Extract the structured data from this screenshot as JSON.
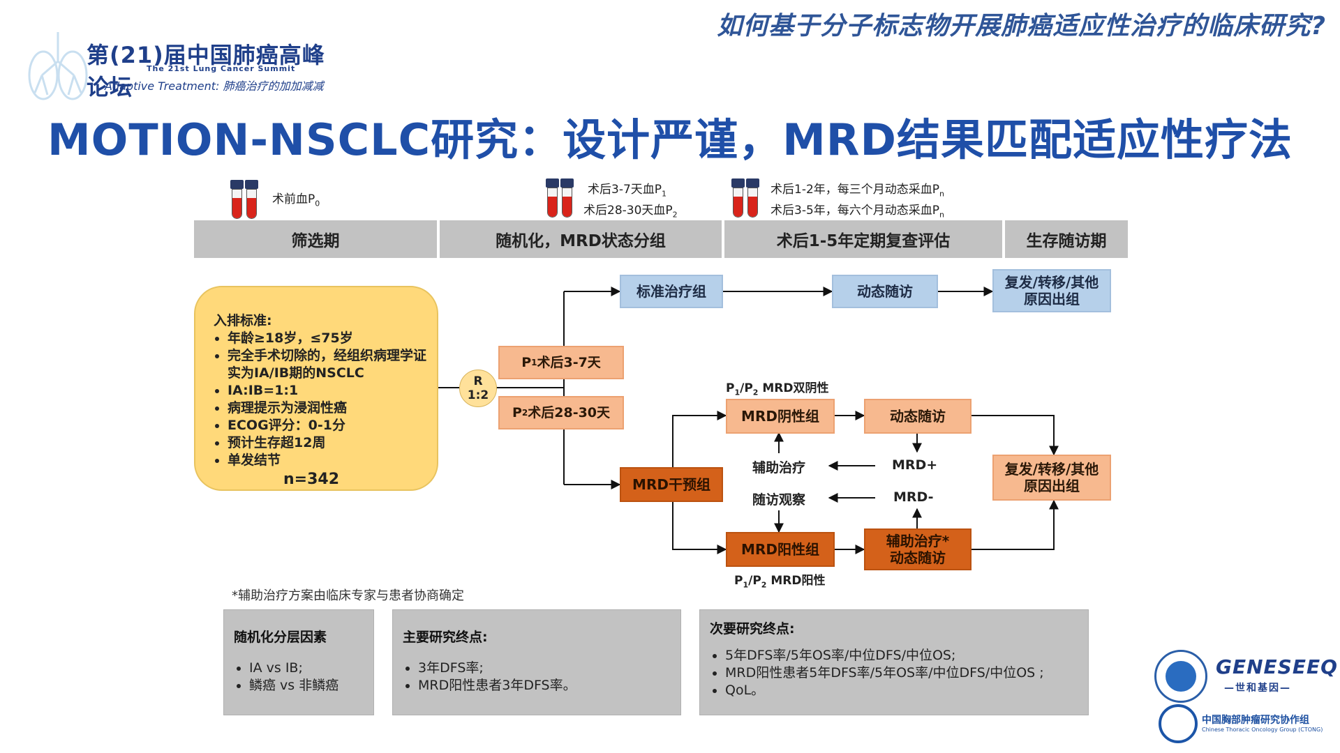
{
  "header": {
    "top_title": "如何基于分子标志物开展肺癌适应性治疗的临床研究?",
    "logo_main": "第(21)届中国肺癌高峰论坛",
    "logo_sub": "The 21st Lung Cancer Summit",
    "logo_slogan": "Adaptive Treatment: 肺癌治疗的加加减减",
    "main_title": "MOTION-NSCLC研究：设计严谨，MRD结果匹配适应性疗法"
  },
  "tubes": {
    "t1": {
      "l1": "术前血P",
      "s1": "0"
    },
    "t2": {
      "l1": "术后3-7天血P",
      "s1": "1",
      "l2": "术后28-30天血P",
      "s2": "2"
    },
    "t3": {
      "l1": "术后1-2年，每三个月动态采血P",
      "s1": "n",
      "l2": "术后3-5年，每六个月动态采血P",
      "s2": "n"
    }
  },
  "phases": [
    "筛选期",
    "随机化，MRD状态分组",
    "术后1-5年定期复查评估",
    "生存随访期"
  ],
  "inclusion": {
    "title": "入排标准:",
    "items": [
      "年龄≥18岁，≤75岁",
      "完全手术切除的，经组织病理学证实为IA/IB期的NSCLC",
      "IA:IB=1:1",
      "病理提示为浸润性癌",
      "ECOG评分：0-1分",
      "预计生存超12周",
      "单发结节"
    ],
    "n": "n=342"
  },
  "randomization": {
    "r": "R",
    "ratio": "1:2"
  },
  "flow": {
    "p1_pre": "P",
    "p1_sub": "1",
    "p1_post": "术后3-7天",
    "p2_pre": "P",
    "p2_sub": "2",
    "p2_post": "术后28-30天",
    "standard": "标准治疗组",
    "dyn_follow": "动态随访",
    "exit_1": "复发/转移/其他\n原因出组",
    "dual_neg_pre": "P",
    "dual_neg_s1": "1",
    "dual_neg_mid": "/P",
    "dual_neg_s2": "2",
    "dual_neg_post": " MRD双阴性",
    "mrd_neg": "MRD阴性组",
    "dyn_follow_2": "动态随访",
    "mrd_intervention": "MRD干预组",
    "adjuvant": "辅助治疗",
    "mrd_plus": "MRD+",
    "observe": "随访观察",
    "mrd_minus": "MRD-",
    "exit_2": "复发/转移/其他\n原因出组",
    "mrd_pos": "MRD阳性组",
    "adj_dyn_1": "辅助治疗*",
    "adj_dyn_2": "动态随访",
    "pos_pre": "P",
    "pos_s1": "1",
    "pos_mid": "/P",
    "pos_s2": "2",
    "pos_post": " MRD阳性"
  },
  "note": "*辅助治疗方案由临床专家与患者协商确定",
  "endpoints": [
    {
      "title": "随机化分层因素",
      "items": [
        "IA vs IB;",
        "鳞癌 vs 非鳞癌"
      ]
    },
    {
      "title": "主要研究终点:",
      "items": [
        "3年DFS率;",
        "MRD阳性患者3年DFS率。"
      ]
    },
    {
      "title": "次要研究终点:",
      "items": [
        "5年DFS率/5年OS率/中位DFS/中位OS;",
        "MRD阳性患者5年DFS率/5年OS率/中位DFS/中位OS ;",
        "QoL。"
      ]
    }
  ],
  "logos": {
    "genes_name": "GENESEEQ",
    "genes_cn": "—世和基因—",
    "ctong_cn": "中国胸部肿瘤研究协作组",
    "ctong_en": "Chinese Thoracic Oncology Group (CTONG)"
  },
  "colors": {
    "title_blue": "#1f4fa8",
    "box_blue": "#b6d0ea",
    "box_orange_light": "#f7b98f",
    "box_orange_dark": "#d4611a",
    "inclusion_yellow": "#ffd97a",
    "phase_gray": "#c2c2c2"
  }
}
